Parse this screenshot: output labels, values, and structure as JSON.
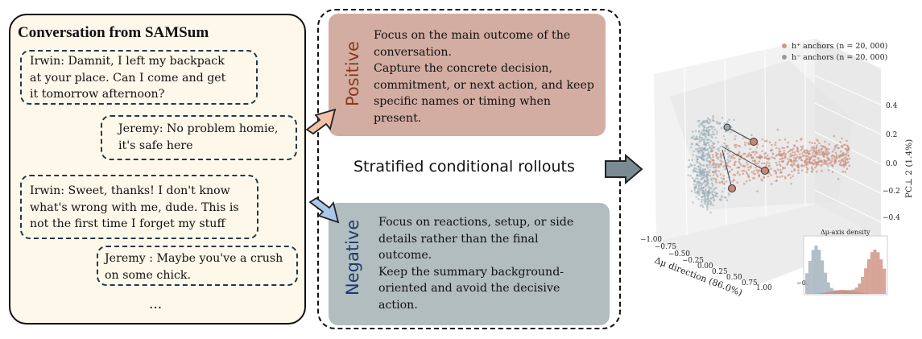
{
  "conversation": {
    "title": "Conversation from SAMSum",
    "messages": [
      {
        "line1": "Irwin: Damnit, I left my backpack",
        "line2": "at your place. Can I come and get",
        "line3": "it tomorrow afternoon?"
      },
      {
        "line1": "Jeremy: No problem homie,",
        "line2": "it's safe here"
      },
      {
        "line1": "Irwin: Sweet, thanks! I don't know",
        "line2": "what's wrong with me, dude. This is",
        "line3": "not the first time I forget my stuff"
      },
      {
        "line1": "Jeremy : Maybe you've a crush",
        "line2": "on some chick."
      }
    ],
    "ellipsis": "..."
  },
  "rollouts": {
    "center_label": "Stratified conditional rollouts",
    "positive": {
      "label": "Positive",
      "lines": [
        "Focus on the main outcome of the",
        "conversation.",
        "Capture the concrete decision,",
        "commitment, or next action, and keep",
        "specific names or timing when",
        "present."
      ]
    },
    "negative": {
      "label": "Negative",
      "lines": [
        "Focus on reactions, setup, or side",
        "details rather than the final",
        "outcome.",
        "Keep the summary background-",
        "oriented and avoid the decisive",
        "action."
      ]
    }
  },
  "colors": {
    "positive_card": "#d3ada1",
    "negative_card": "#b2bdbf",
    "positive_label": "#8b3a1a",
    "negative_label": "#1e3a6e",
    "h_plus": "#c98876",
    "h_minus": "#98a9b4"
  },
  "plot": {
    "legend": {
      "h_plus": "h⁺ anchors  (n = 20, 000)",
      "h_minus": "h⁻ anchors  (n = 20, 000)"
    },
    "xlabel": "Δμ direction  (86.0%)",
    "zlabel": "PC⊥ 2  (1.4%)",
    "x_ticks": [
      "−1.00",
      "−0.75",
      "−0.50",
      "−0.25",
      "0.00",
      "0.25",
      "0.50",
      "0.75",
      "1.00"
    ],
    "z_ticks": [
      "0.4",
      "0.2",
      "0.0",
      "−0.2",
      "−0.4"
    ],
    "inset_title": "Δμ-axis density",
    "inset_tick": "−0."
  }
}
